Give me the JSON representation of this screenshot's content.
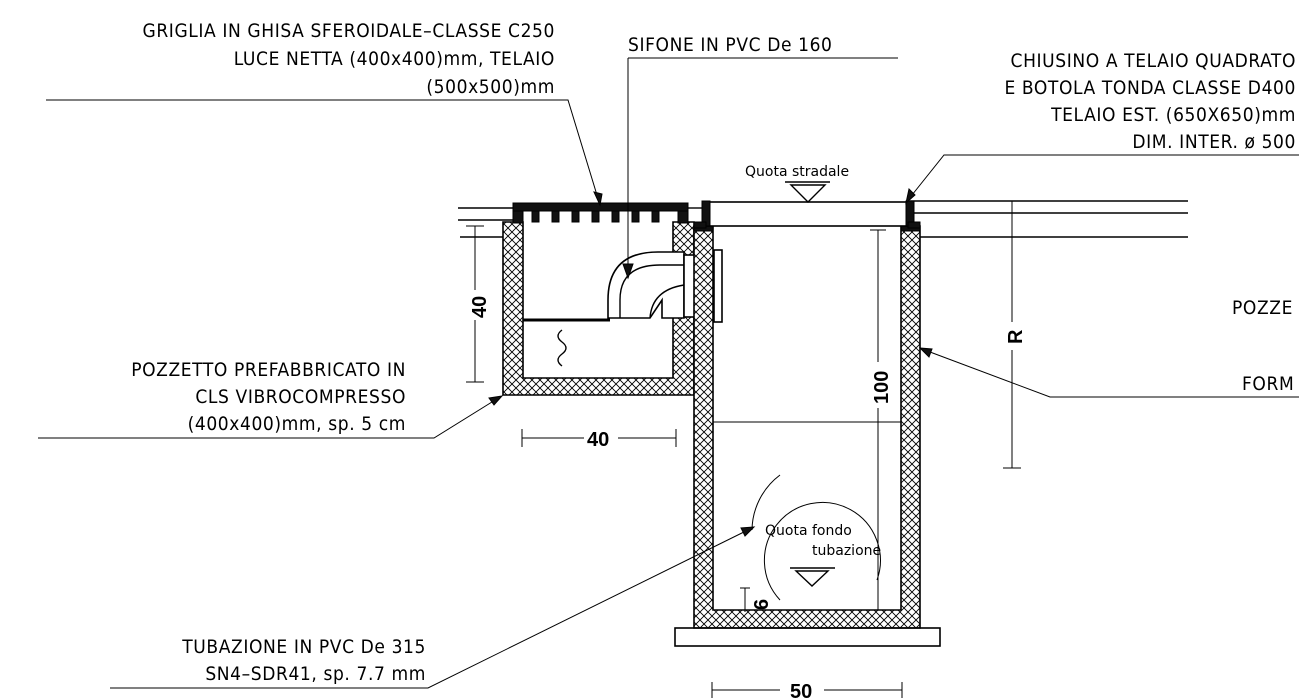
{
  "labels": {
    "griglia": [
      "GRIGLIA IN GHISA SFEROIDALE–CLASSE C250",
      "LUCE NETTA (400x400)mm, TELAIO",
      "(500x500)mm"
    ],
    "sifone": "SIFONE IN PVC De 160",
    "chiusino": [
      "CHIUSINO A TELAIO QUADRATO",
      "E BOTOLA TONDA CLASSE D400",
      "TELAIO EST. (650X650)mm",
      "DIM. INTER. ø 500"
    ],
    "quota_stradale": "Quota stradale",
    "pozzetto_prefabbricato": [
      "POZZETTO PREFABBRICATO IN",
      "CLS VIBROCOMPRESSO",
      "(400x400)mm, sp. 5 cm"
    ],
    "pozze_cut": "POZZE",
    "form_cut": "FORM",
    "quota_fondo": [
      "Quota fondo",
      "tubazione"
    ],
    "tubazione": [
      "TUBAZIONE IN PVC De 315",
      "SN4–SDR41, sp. 7.7 mm"
    ]
  },
  "dimensions": {
    "small_height": "40",
    "small_width": "40",
    "big_height": "100",
    "big_width": "50",
    "bottom_thickness": "6",
    "rise": "R"
  },
  "colors": {
    "ink": "#000000",
    "background": "#ffffff"
  }
}
